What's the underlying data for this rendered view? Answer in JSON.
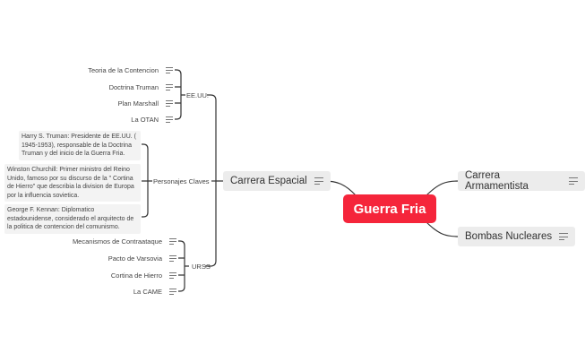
{
  "root": {
    "label": "Guerra Fria"
  },
  "right_topics": [
    {
      "label": "Carrera Armamentista"
    },
    {
      "label": "Bombas Nucleares"
    }
  ],
  "left_topic": {
    "label": "Carrera Espacial"
  },
  "branches": {
    "eeuu": {
      "label": "EE.UU.",
      "items": [
        "Teoria de la Contencion",
        "Doctrina Truman",
        "Plan Marshall",
        "La OTAN"
      ]
    },
    "personajes": {
      "label": "Personajes Claves",
      "items": [
        "Harry S. Truman: Presidente de EE.UU. ( 1945-1953), responsable de la Doctrina Truman y del inicio de la Guerra Fria.",
        "Winston Churchill: Primer ministro del Reino Unido, famoso por su discurso de la \" Cortina de Hierro\" que describia la division de Europa por la influencia sovietica.",
        "George F. Kennan: Diplomatico estadounidense, considerado el arquitecto de la politica de contencion del comunismo."
      ]
    },
    "urss": {
      "label": "URSS",
      "items": [
        "Mecanismos de Contraataque",
        "Pacto de Varsovia",
        "Cortina de Hierro",
        "La CAME"
      ]
    }
  },
  "colors": {
    "root": "#f5253b",
    "topic_bg": "#ececec",
    "line": "#333333"
  }
}
